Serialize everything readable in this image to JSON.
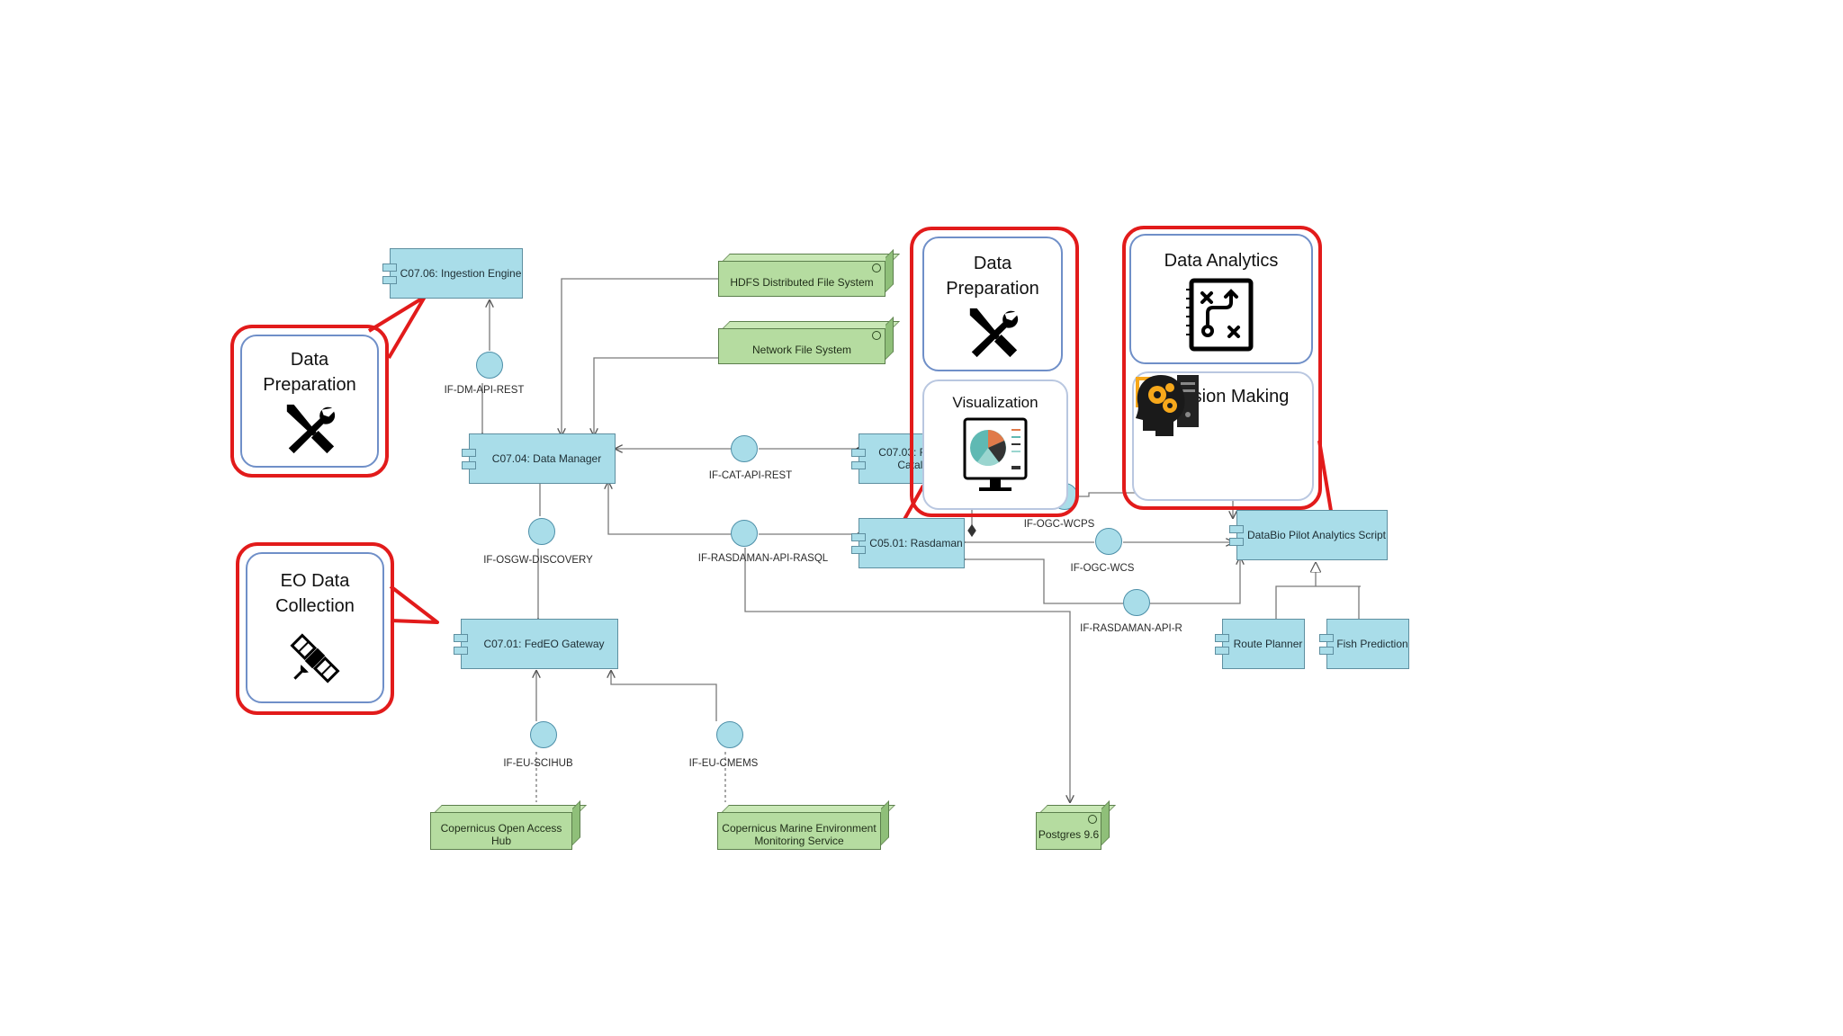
{
  "components": {
    "ingestion": "C07.06: Ingestion Engine",
    "data_manager": "C07.04: Data Manager",
    "fedeo_catalog": "C07.03: FedEO Catalog",
    "rasdaman": "C05.01: Rasdaman",
    "fedeo_gateway": "C07.01: FedEO Gateway",
    "databio_script": "DataBio Pilot Analytics Script",
    "route_planner": "Route Planner",
    "fish_prediction": "Fish Prediction"
  },
  "nodes": {
    "hdfs": "HDFS Distributed File System",
    "nfs": "Network File System",
    "copernicus_hub": "Copernicus Open Access Hub",
    "cmems": "Copernicus Marine Environment Monitoring Service",
    "postgres": "Postgres 9.6"
  },
  "interfaces": {
    "dm_api_rest": "IF-DM-API-REST",
    "cat_api_rest": "IF-CAT-API-REST",
    "osgw_discovery": "IF-OSGW-DISCOVERY",
    "rasdaman_rasql": "IF-RASDAMAN-API-RASQL",
    "ogc_wcps": "IF-OGC-WCPS",
    "ogc_wcs": "IF-OGC-WCS",
    "rasdaman_r": "IF-RASDAMAN-API-R",
    "eu_scihub": "IF-EU-SCIHUB",
    "eu_cmems": "IF-EU-CMEMS"
  },
  "callouts": {
    "data_prep_left": "Data Preparation",
    "eo_collection": "EO Data Collection",
    "data_prep_top": "Data Preparation",
    "visualization": "Visualization",
    "data_analytics": "Data Analytics",
    "decision_making": "Decision Making"
  },
  "icons": [
    "tools-icon",
    "satellite-icon",
    "pie-chart-monitor-icon",
    "strategy-board-icon",
    "computer-icon",
    "brain-gears-icon"
  ],
  "colors": {
    "highlight": "#e21b1b",
    "component": "#a9dde9",
    "node": "#b5dca0",
    "card_border": "#6f8fc8"
  }
}
